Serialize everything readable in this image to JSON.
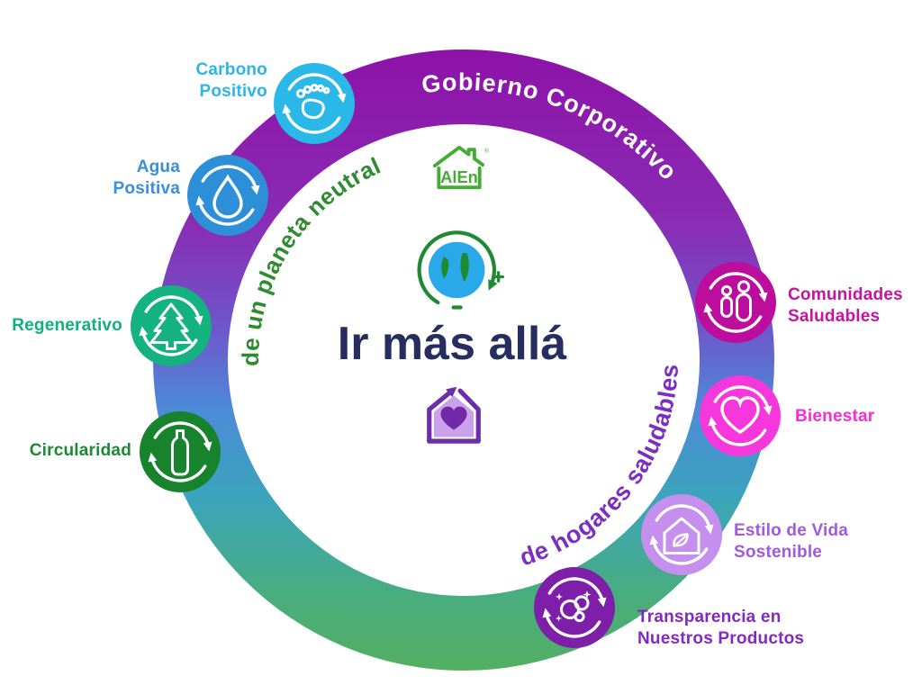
{
  "brand": {
    "logo_text": "AlEn",
    "reg_mark": "®",
    "logo_color": "#44AC34"
  },
  "center": {
    "headline": "Ir más allá",
    "headline_color": "#262E5F",
    "earth_icon": "earth-recycle-icon",
    "home_icon": "home-heart-icon"
  },
  "ring": {
    "governance_label": "Gobierno Corporativo",
    "governance_color": "#FFFFFF",
    "planet_arc_label": "de un planeta neutral",
    "planet_arc_color": "#2E8B2E",
    "homes_arc_label": "de hogares saludables",
    "homes_arc_color": "#7B2EC0",
    "gradient_stops": [
      "#8D12A8",
      "#8A2CB4",
      "#6E57CC",
      "#4C8BD8",
      "#3BA4BC",
      "#49AD7E",
      "#53AF62"
    ]
  },
  "categories": [
    {
      "id": "carbono-positivo",
      "label": "Carbono\nPositivo",
      "badge_color": "#29B8E8",
      "label_color": "#2BB5E8",
      "icon": "footprint-icon"
    },
    {
      "id": "agua-positiva",
      "label": "Agua\nPositiva",
      "badge_color": "#2E8FD9",
      "label_color": "#3A8FD9",
      "icon": "water-drop-icon"
    },
    {
      "id": "regenerativo",
      "label": "Regenerativo",
      "badge_color": "#13B27E",
      "label_color": "#0DB27D",
      "icon": "pine-tree-icon"
    },
    {
      "id": "circularidad",
      "label": "Circularidad",
      "badge_color": "#17832D",
      "label_color": "#1B8A34",
      "icon": "bottle-icon"
    },
    {
      "id": "comunidades-saludables",
      "label": "Comunidades\nSaludables",
      "badge_color": "#BC0D9D",
      "label_color": "#C414A0",
      "icon": "people-icon"
    },
    {
      "id": "bienestar",
      "label": "Bienestar",
      "badge_color": "#F637DC",
      "label_color": "#F72ED5",
      "icon": "heart-icon"
    },
    {
      "id": "estilo-de-vida-sostenible",
      "label": "Estilo de Vida\nSostenible",
      "badge_color": "#C58FED",
      "label_color": "#A159E0",
      "icon": "leaf-house-icon"
    },
    {
      "id": "transparencia-productos",
      "label": "Transparencia en\nNuestros Productos",
      "badge_color": "#7E1FA9",
      "label_color": "#8329C0",
      "icon": "bubbles-icon"
    }
  ]
}
